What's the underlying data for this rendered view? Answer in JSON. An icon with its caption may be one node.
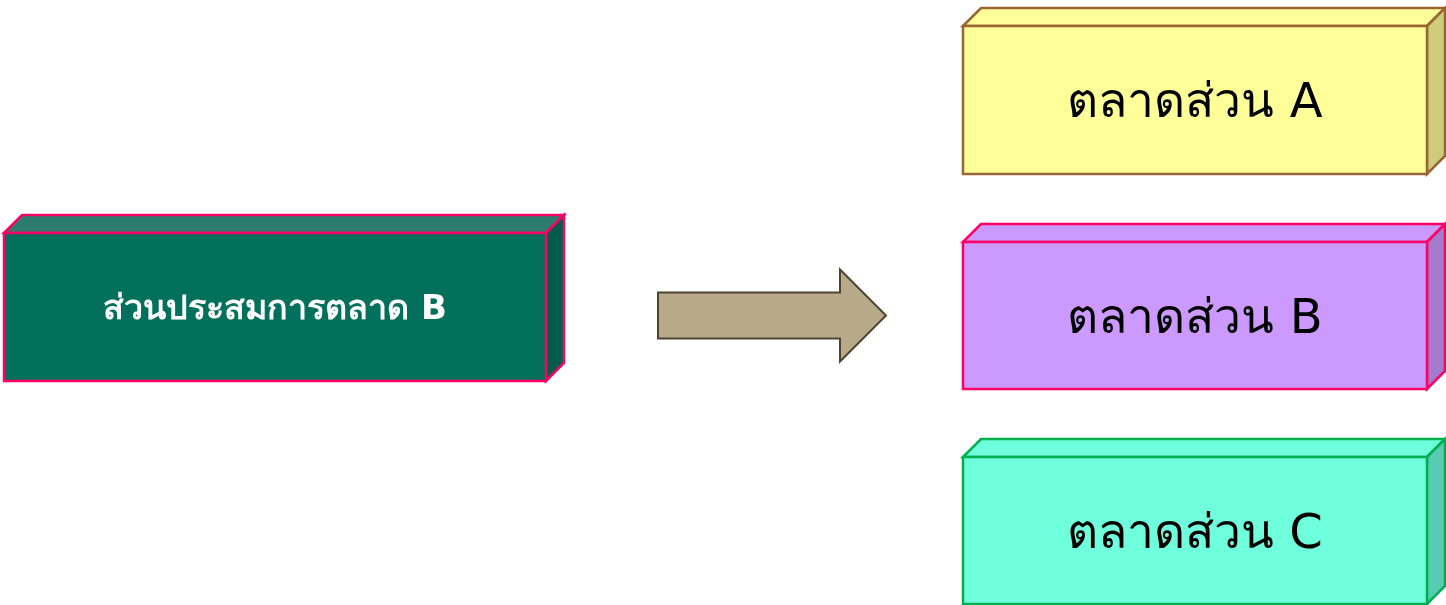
{
  "diagram": {
    "nodes": [
      {
        "text": [
          "ส่วนประสมการตลาด B"
        ]
      },
      {
        "text": [
          "ตลาดส่วน A"
        ]
      },
      {
        "text": [
          "ตลาดส่วน B"
        ]
      },
      {
        "text": [
          "ตลาดส่วน C"
        ]
      }
    ],
    "edges": [
      {
        "from": 0,
        "to": 2,
        "arrow": "to"
      }
    ]
  }
}
